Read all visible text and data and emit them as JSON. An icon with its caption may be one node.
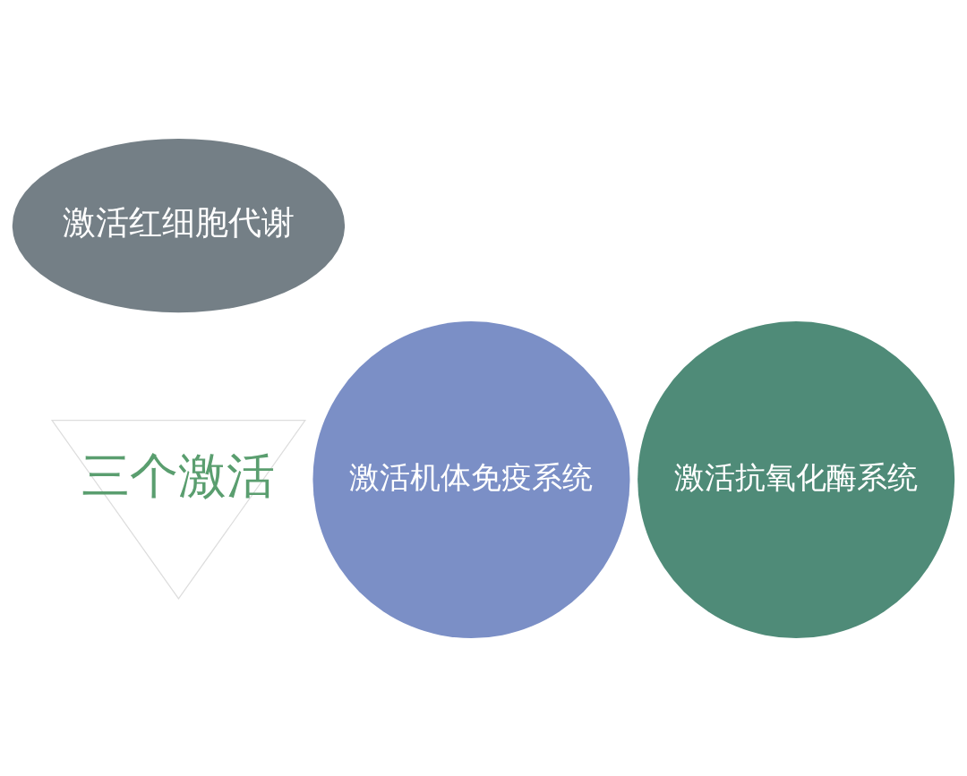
{
  "diagram": {
    "nodes": [
      {
        "text": [
          "激活红细胞代谢"
        ]
      },
      {
        "text": [
          "激活机体免疫系统"
        ]
      },
      {
        "text": [
          "三个激活"
        ]
      },
      {
        "text": [
          "激活抗氧化酶系统"
        ]
      }
    ]
  }
}
